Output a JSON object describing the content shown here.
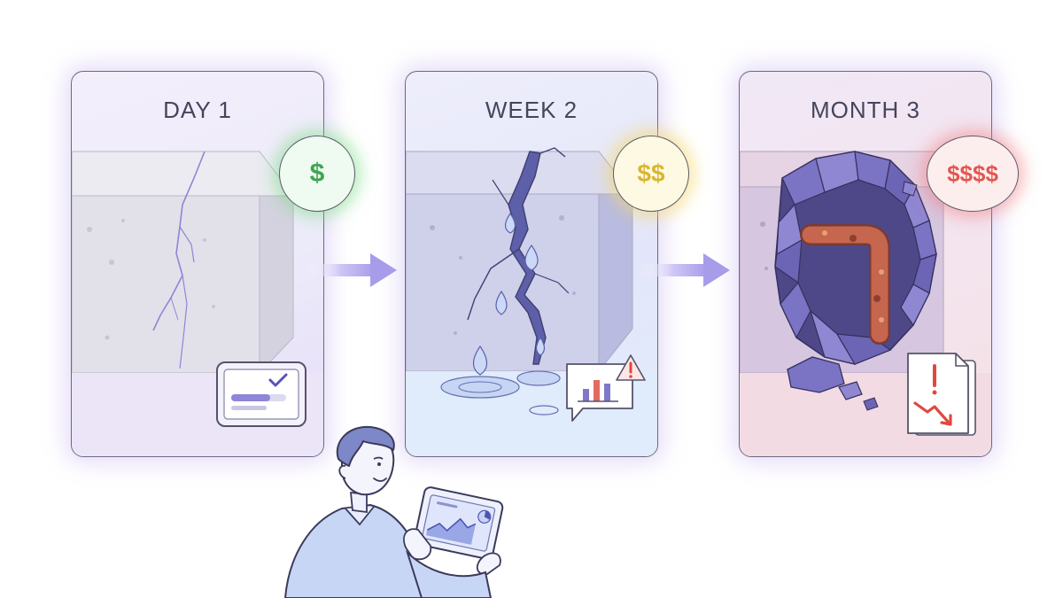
{
  "stages": [
    {
      "title": "DAY 1",
      "cost": "$",
      "cost_color": "#3fa552"
    },
    {
      "title": "WEEK 2",
      "cost": "$$",
      "cost_color": "#d9b630"
    },
    {
      "title": "MONTH 3",
      "cost": "$$$$",
      "cost_color": "#e4564f"
    }
  ],
  "icons": {
    "day1": "tablet-check-icon",
    "week2": "chart-warning-icon",
    "month3": "decline-report-icon"
  },
  "colors": {
    "panel_border": "#6b6880",
    "arrow": "#b8aef0",
    "accent_purple": "#7a6fd0"
  }
}
